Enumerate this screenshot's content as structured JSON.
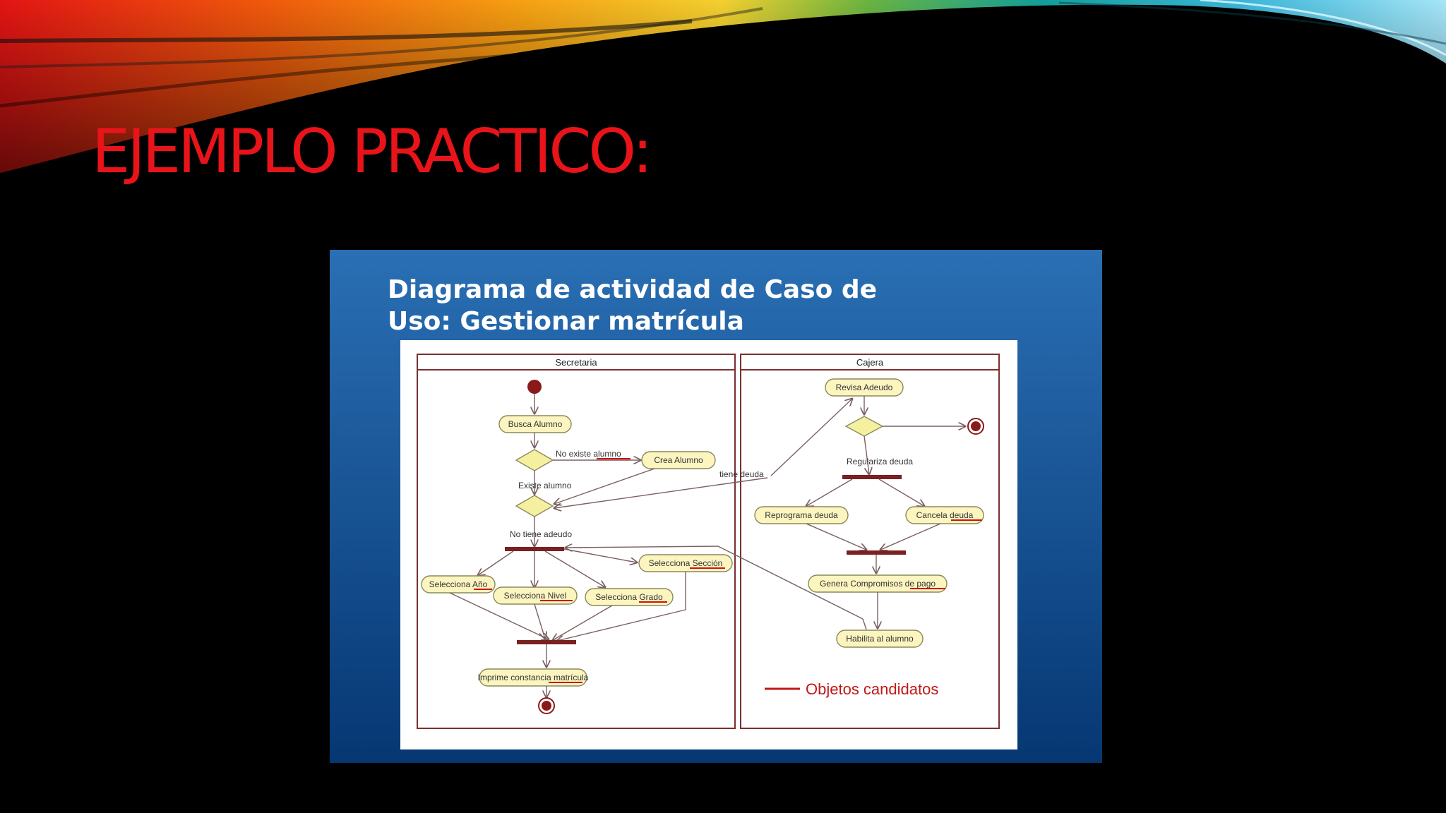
{
  "slide": {
    "title": "EJEMPLO PRACTICO:",
    "title_color": "#e8141a",
    "background_color": "#000000"
  },
  "panel": {
    "title_line1": "Diagrama de actividad de Caso de",
    "title_line2": "Uso: Gestionar matrícula",
    "gradient_top": "#2a6fb4",
    "gradient_bottom": "#063773"
  },
  "diagram": {
    "lanes": {
      "secretaria": "Secretaria",
      "cajera": "Cajera"
    },
    "activities": {
      "busca_alumno": "Busca Alumno",
      "crea_alumno": "Crea Alumno",
      "selecciona_anio": "Selecciona Año",
      "selecciona_nivel": "Selecciona Nivel",
      "selecciona_grado": "Selecciona Grado",
      "selecciona_seccion": "Selecciona Sección",
      "imprime_constancia": "Imprime constancia matrícula",
      "revisa_adeudo": "Revisa Adeudo",
      "reprograma_deuda": "Reprograma deuda",
      "cancela_deuda": "Cancela deuda",
      "genera_compromisos": "Genera Compromisos de pago",
      "habilita_alumno": "Habilita al alumno"
    },
    "guards": {
      "no_existe_alumno": "No existe alumno",
      "existe_alumno": "Existe alumno",
      "no_tiene_adeudo": "No tiene adeudo",
      "tiene_deuda": "tiene deuda",
      "regulariza_deuda": "Regulariza deuda"
    },
    "legend": {
      "label": "Objetos candidatos",
      "color": "#c01818"
    }
  }
}
